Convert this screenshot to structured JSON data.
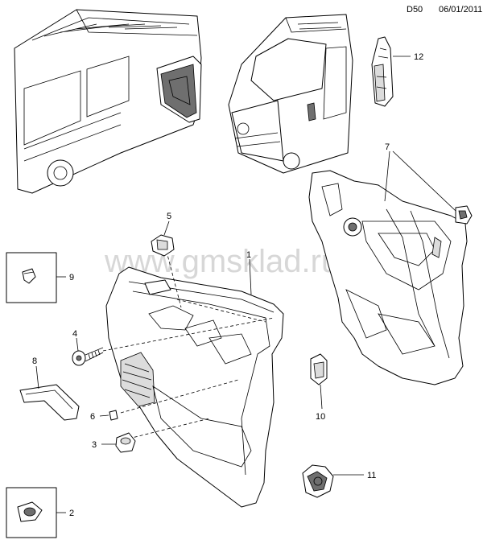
{
  "header": {
    "code": "D50",
    "date": "06/01/2011"
  },
  "watermark": "www.gmsklad.ru",
  "callouts": {
    "p1": "1",
    "p2": "2",
    "p3": "3",
    "p4": "4",
    "p5": "5",
    "p6": "6",
    "p7": "7",
    "p8": "8",
    "p9": "9",
    "p10": "10",
    "p11": "11",
    "p12": "12"
  }
}
